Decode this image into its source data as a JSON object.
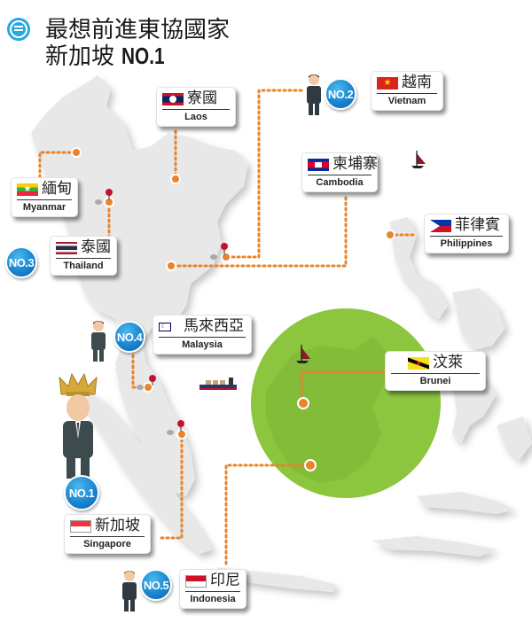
{
  "header": {
    "icon": "arrow-right-circle-icon",
    "line1": "最想前進東協國家",
    "line2_prefix": "新加坡 ",
    "line2_rank": "NO.1"
  },
  "colors": {
    "accent_blue": "#29a8df",
    "badge_blue": "#1a86d1",
    "dotted_line_orange": "#e8842c",
    "highlight_green": "#8cc63f",
    "map_gray": "#e6e6e6",
    "pin_red": "#c8102e"
  },
  "countries": [
    {
      "key": "laos",
      "zh": "寮國",
      "en": "Laos",
      "flag": "laos-flag-icon",
      "rank": null
    },
    {
      "key": "vietnam",
      "zh": "越南",
      "en": "Vietnam",
      "flag": "vietnam-flag-icon",
      "rank": "NO.2"
    },
    {
      "key": "cambodia",
      "zh": "柬埔寨",
      "en": "Cambodia",
      "flag": "cambodia-flag-icon",
      "rank": null
    },
    {
      "key": "myanmar",
      "zh": "緬甸",
      "en": "Myanmar",
      "flag": "myanmar-flag-icon",
      "rank": null
    },
    {
      "key": "thailand",
      "zh": "泰國",
      "en": "Thailand",
      "flag": "thailand-flag-icon",
      "rank": "NO.3"
    },
    {
      "key": "philippines",
      "zh": "菲律賓",
      "en": "Philippines",
      "flag": "philippines-flag-icon",
      "rank": null
    },
    {
      "key": "malaysia",
      "zh": "馬來西亞",
      "en": "Malaysia",
      "flag": "malaysia-flag-icon",
      "rank": "NO.4"
    },
    {
      "key": "brunei",
      "zh": "汶萊",
      "en": "Brunei",
      "flag": "brunei-flag-icon",
      "rank": null
    },
    {
      "key": "singapore",
      "zh": "新加坡",
      "en": "Singapore",
      "flag": "singapore-flag-icon",
      "rank": "NO.1"
    },
    {
      "key": "indonesia",
      "zh": "印尼",
      "en": "Indonesia",
      "flag": "indonesia-flag-icon",
      "rank": "NO.5"
    }
  ]
}
